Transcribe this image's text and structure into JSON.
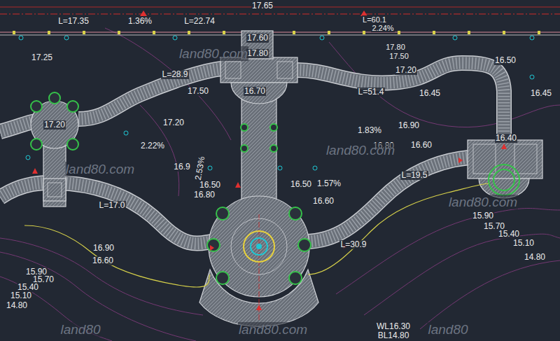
{
  "diagram": {
    "labels": [
      "17.65",
      "L=17.35",
      "1.36%",
      "L=22.74",
      "L=60.1",
      "2.24%",
      "17.25",
      "17.60",
      "17.80",
      "17.80",
      "17.50",
      "16.50",
      "L=28.9",
      "17.20",
      "17.50",
      "16.70",
      "L=51.4",
      "16.45",
      "16.45",
      "17.20",
      "17.20",
      "1.83%",
      "16.90",
      "2.22%",
      "16.80",
      "16.60",
      "16.40",
      "16.9",
      "2.53%",
      "16.50",
      "16.80",
      "16.50",
      "1.57%",
      "16.60",
      "L=17.0",
      "L=19.5",
      "L=30.9",
      "15.90",
      "15.70",
      "15.40",
      "15.10",
      "14.80",
      "16.90",
      "16.60",
      "15.90",
      "15.70",
      "15.40",
      "15.10",
      "14.80",
      "WL16.30",
      "BL14.80",
      "land80.com",
      "land80.com",
      "land80.com",
      "land80.com",
      "land80",
      "land80.com",
      "land80"
    ]
  }
}
